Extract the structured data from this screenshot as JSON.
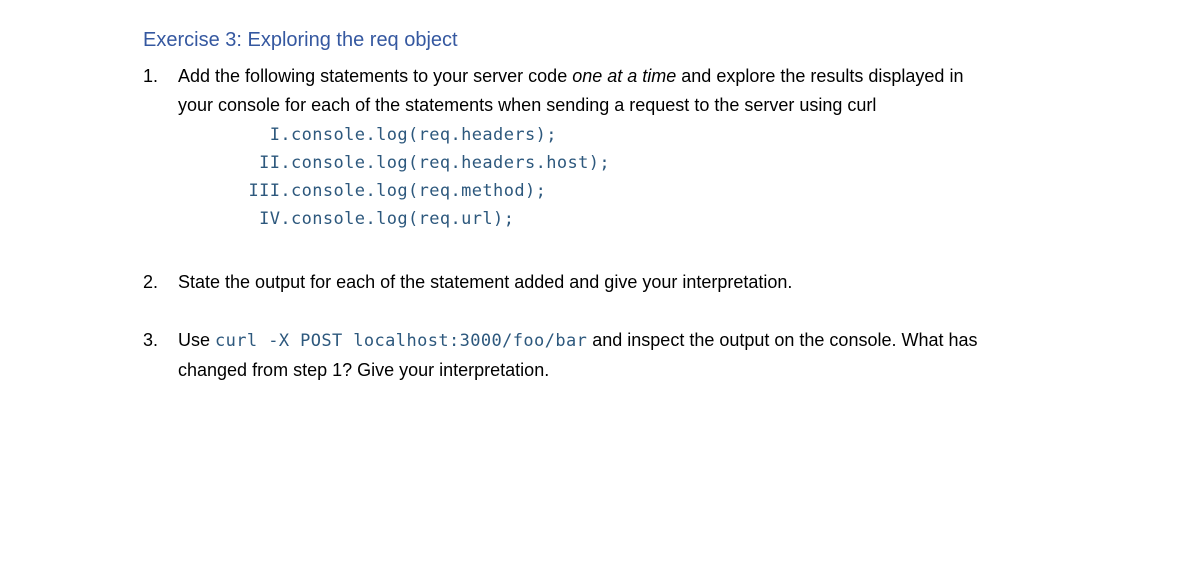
{
  "heading": {
    "text": "Exercise 3: Exploring the req object",
    "color": "#3558A0"
  },
  "list": {
    "item1": {
      "number": "1.",
      "text_before_italic": "Add the following statements to your server code ",
      "italic_text": "one at a time",
      "text_after_italic": " and explore the results displayed in your console for each of the statements when sending a request to the server using curl"
    },
    "code_lines": [
      {
        "numeral": "I.",
        "code": "console.log(req.headers);"
      },
      {
        "numeral": "II.",
        "code": "console.log(req.headers.host);"
      },
      {
        "numeral": "III.",
        "code": "console.log(req.method);"
      },
      {
        "numeral": "IV.",
        "code": "console.log(req.url);"
      }
    ],
    "item2": {
      "number": "2.",
      "text": "State the output for each of the statement added and give your interpretation."
    },
    "item3": {
      "number": "3.",
      "text_before_code": "Use ",
      "code": "curl -X POST localhost:3000/foo/bar",
      "text_after_code": " and inspect the output on the console. What has changed from step 1? Give your interpretation."
    }
  },
  "colors": {
    "heading_blue": "#3558A0",
    "code_blue": "#2D587D",
    "body_text": "#000000",
    "background": "#ffffff"
  }
}
